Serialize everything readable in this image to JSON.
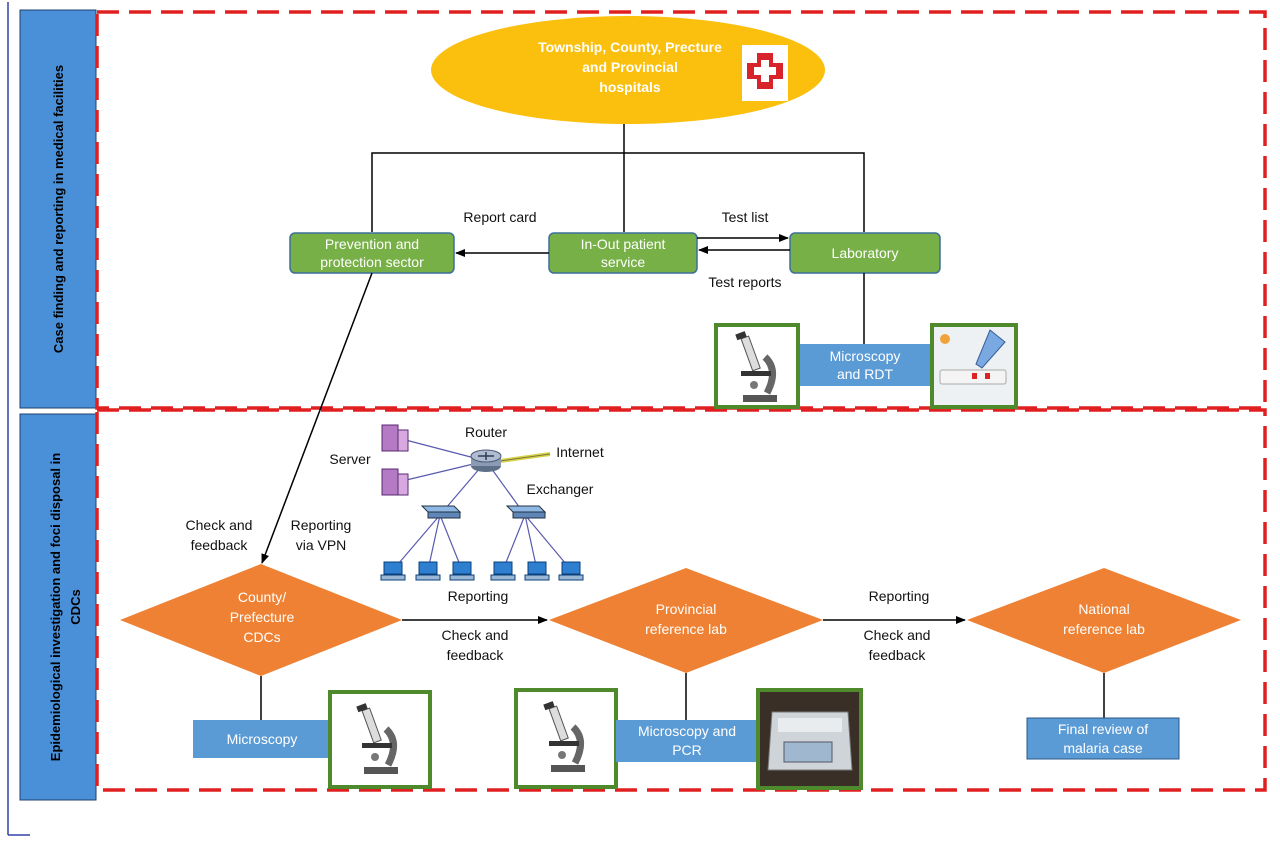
{
  "colors": {
    "dash_red": "#e02020",
    "side_band_blue": "#4a90d9",
    "oval_yellow": "#fbbf0d",
    "green_box": "#77b046",
    "green_border": "#3d6f9b",
    "blue_box": "#5b9bd5",
    "diamond_orange": "#ee8133",
    "photo_frame_green": "#4e8a2c"
  },
  "sections": {
    "top_label": "Case finding and reporting in medical facilities",
    "bottom_label_line1": "Epidemiological investigation and foci disposal in",
    "bottom_label_line2": "CDCs"
  },
  "hospital": {
    "line1": "Township, County,  Precture",
    "line2": "and Provincial",
    "line3": "hospitals",
    "icon": "red-cross-hospital-icon"
  },
  "boxes": {
    "prevention": {
      "line1": "Prevention and",
      "line2": "protection sector"
    },
    "inout": {
      "line1": "In-Out patient",
      "line2": "service"
    },
    "laboratory": {
      "line1": "Laboratory"
    },
    "micro_rdt": {
      "line1": "Microscopy",
      "line2": "and RDT"
    },
    "microscopy": {
      "line1": "Microscopy"
    },
    "micro_pcr": {
      "line1": "Microscopy and",
      "line2": "PCR"
    },
    "final_review": {
      "line1": "Final review of",
      "line2": "malaria case"
    }
  },
  "arrows": {
    "report_card": "Report card",
    "test_list": "Test list",
    "test_reports": "Test reports",
    "check_feedback_left_1": "Check and",
    "check_feedback_left_2": "feedback",
    "reporting_vpn_1": "Reporting",
    "reporting_vpn_2": "via VPN",
    "reporting_1": "Reporting",
    "check_feedback_1a": "Check and",
    "check_feedback_1b": "feedback",
    "reporting_2": "Reporting",
    "check_feedback_2a": "Check and",
    "check_feedback_2b": "feedback"
  },
  "network": {
    "router": "Router",
    "server": "Server",
    "internet": "Internet",
    "exchanger": "Exchanger"
  },
  "diamonds": {
    "county": {
      "line1": "County/",
      "line2": "Prefecture",
      "line3": "CDCs"
    },
    "provincial": {
      "line1": "Provincial",
      "line2": "reference lab"
    },
    "national": {
      "line1": "National",
      "line2": "reference lab"
    }
  },
  "icons": [
    "microscope-icon",
    "rdt-test-icon",
    "pcr-machine-icon",
    "server-icon",
    "router-icon",
    "switch-icon",
    "computer-icon"
  ]
}
